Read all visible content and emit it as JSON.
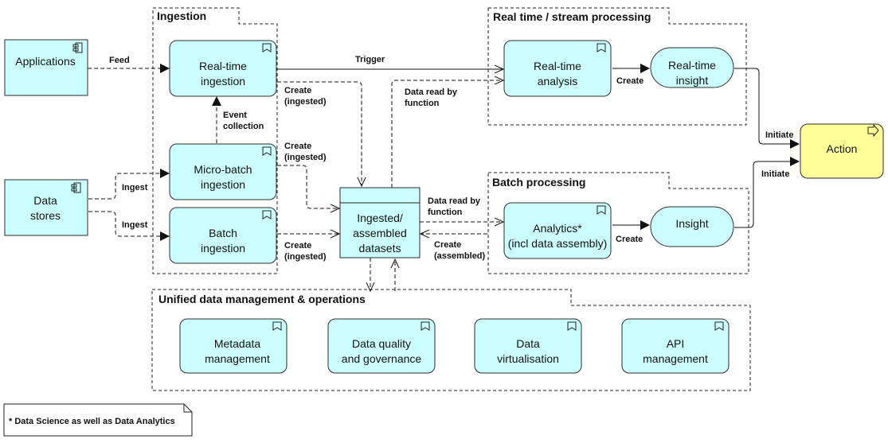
{
  "groups": {
    "ingestion": "Ingestion",
    "realtime": "Real time / stream processing",
    "batch": "Batch processing",
    "unified": "Unified data management & operations"
  },
  "nodes": {
    "applications": [
      "Applications"
    ],
    "data_stores": [
      "Data",
      "stores"
    ],
    "realtime_ingestion": [
      "Real-time",
      "ingestion"
    ],
    "microbatch_ingestion": [
      "Micro-batch",
      "ingestion"
    ],
    "batch_ingestion": [
      "Batch",
      "ingestion"
    ],
    "datasets": [
      "Ingested/",
      "assembled",
      "datasets"
    ],
    "realtime_analysis": [
      "Real-time",
      "analysis"
    ],
    "realtime_insight": [
      "Real-time",
      "insight"
    ],
    "analytics": [
      "Analytics*",
      "(incl data assembly)"
    ],
    "insight": [
      "Insight"
    ],
    "action": [
      "Action"
    ],
    "metadata": [
      "Metadata",
      "management"
    ],
    "quality": [
      "Data quality",
      "and governance"
    ],
    "virtualisation": [
      "Data",
      "virtualisation"
    ],
    "api": [
      "API",
      "management"
    ]
  },
  "edges": {
    "feed": [
      "Feed"
    ],
    "trigger": [
      "Trigger"
    ],
    "event_collection": [
      "Event",
      "collection"
    ],
    "ingest_1": [
      "Ingest"
    ],
    "ingest_2": [
      "Ingest"
    ],
    "create_ingested_1": [
      "Create",
      "(ingested)"
    ],
    "create_ingested_2": [
      "Create",
      "(ingested)"
    ],
    "create_ingested_3": [
      "Create",
      "(ingested)"
    ],
    "data_read_1": [
      "Data read by",
      "function"
    ],
    "data_read_2": [
      "Data read by",
      "function"
    ],
    "create_assembled": [
      "Create",
      "(assembled)"
    ],
    "create_rt": [
      "Create"
    ],
    "create_batch": [
      "Create"
    ],
    "initiate_1": [
      "Initiate"
    ],
    "initiate_2": [
      "Initiate"
    ]
  },
  "note": "* Data Science as well as Data Analytics",
  "colors": {
    "node_fill": "#ccffff",
    "action_fill": "#ffff99",
    "stroke": "#2d2d2d"
  }
}
